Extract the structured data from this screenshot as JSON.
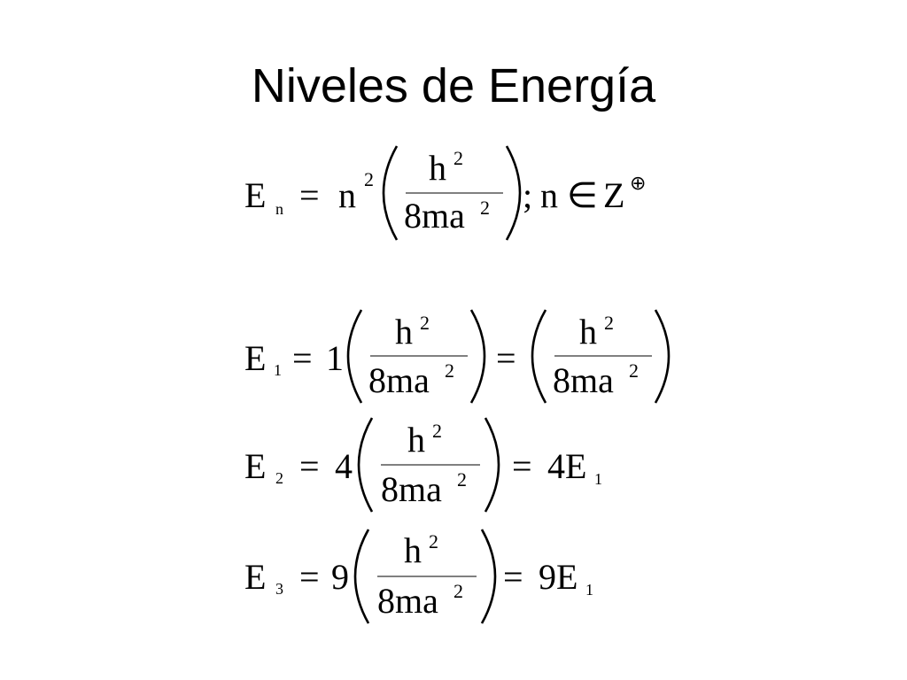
{
  "slide": {
    "title": "Niveles de Energía"
  },
  "general_formula": {
    "E": "E",
    "E_sub": "n",
    "eq": "=",
    "coef": "n",
    "coef_exp": "2",
    "num": "h",
    "num_exp": "2",
    "den": "8ma",
    "den_exp": "2",
    "tail": ";",
    "var": "n",
    "in_symbol": "∈",
    "set": "Z",
    "set_sup": "⊕"
  },
  "level_1": {
    "E": "E",
    "E_sub": "1",
    "eq": "=",
    "coef": "1",
    "num": "h",
    "num_exp": "2",
    "den": "8ma",
    "den_exp": "2",
    "eq2": "=",
    "num2": "h",
    "num2_exp": "2",
    "den2": "8ma",
    "den2_exp": "2"
  },
  "level_2": {
    "E": "E",
    "E_sub": "2",
    "eq": "=",
    "coef": "4",
    "num": "h",
    "num_exp": "2",
    "den": "8ma",
    "den_exp": "2",
    "eq2": "=",
    "result": "4E",
    "result_sub": "1"
  },
  "level_3": {
    "E": "E",
    "E_sub": "3",
    "eq": "=",
    "coef": "9",
    "num": "h",
    "num_exp": "2",
    "den": "8ma",
    "den_exp": "2",
    "eq2": "=",
    "result": "9E",
    "result_sub": "1"
  }
}
